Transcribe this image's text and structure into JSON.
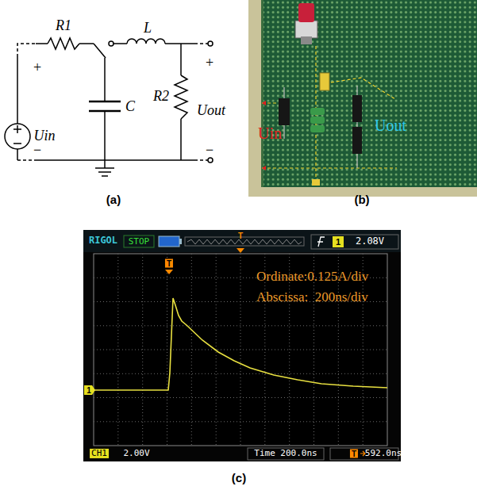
{
  "diagram": {
    "labels": [
      "(a)",
      "(b)",
      "(c)",
      "R1",
      "L",
      "C",
      "R2",
      "Uin",
      "Uout",
      "+",
      "−",
      "+",
      "−",
      "Uin",
      "Uout",
      "RIGOL",
      "STOP",
      "T",
      "1",
      "2.08V",
      "T",
      "1",
      "Ordinate:0.125A/div",
      "Abscissa:  200ns/div",
      "CH1",
      "2.00V",
      "Time 200.0ns",
      "T",
      "592.0ns"
    ]
  }
}
